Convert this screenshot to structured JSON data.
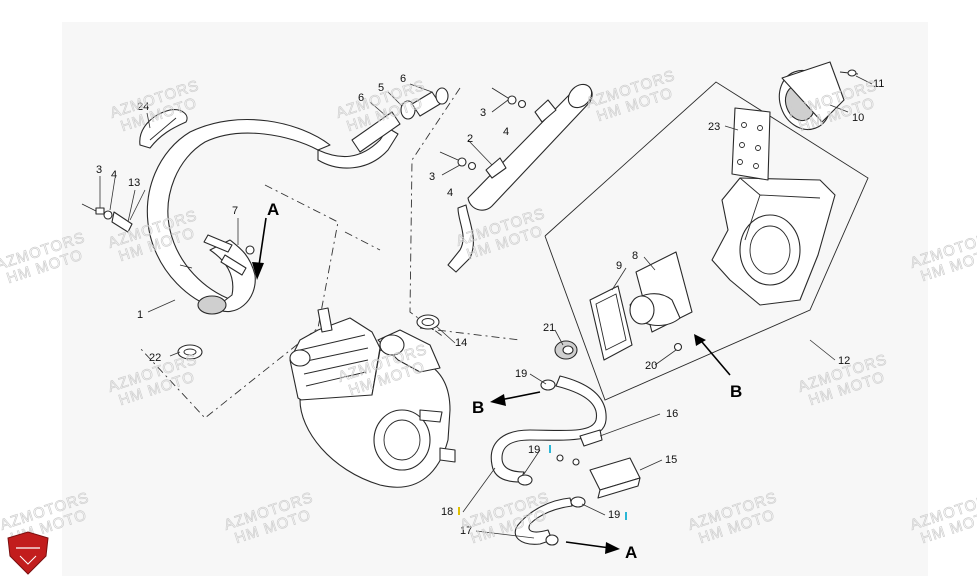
{
  "diagram": {
    "callouts": {
      "n1": "1",
      "n2": "2",
      "n3a": "3",
      "n3b": "3",
      "n3c": "3",
      "n4a": "4",
      "n4b": "4",
      "n4c": "4",
      "n5": "5",
      "n6a": "6",
      "n6b": "6",
      "n7": "7",
      "n8": "8",
      "n9": "9",
      "n10": "10",
      "n11": "11",
      "n12": "12",
      "n13": "13",
      "n14": "14",
      "n15": "15",
      "n16": "16",
      "n17": "17",
      "n18": "18",
      "n19a": "19",
      "n19b": "19",
      "n19c": "19",
      "n20": "20",
      "n21": "21",
      "n22": "22",
      "n23": "23",
      "n24": "24"
    },
    "letters": {
      "a_top": "A",
      "a_bottom": "A",
      "b_left": "B",
      "b_right": "B"
    },
    "colors": {
      "highlight": "#e0c000",
      "marker_cyan": "#2bb7d6",
      "logo_red": "#c21d1d"
    }
  },
  "watermark": {
    "line1": "AZMOTORS",
    "line2": "HM MOTO"
  }
}
